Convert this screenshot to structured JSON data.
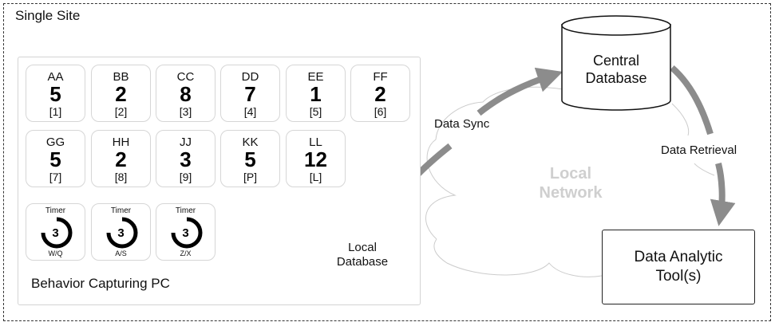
{
  "site": {
    "title": "Single Site"
  },
  "pc": {
    "label": "Behavior Capturing PC",
    "keys": [
      {
        "name": "AA",
        "count": "5",
        "hotkey": "[1]"
      },
      {
        "name": "BB",
        "count": "2",
        "hotkey": "[2]"
      },
      {
        "name": "CC",
        "count": "8",
        "hotkey": "[3]"
      },
      {
        "name": "DD",
        "count": "7",
        "hotkey": "[4]"
      },
      {
        "name": "EE",
        "count": "1",
        "hotkey": "[5]"
      },
      {
        "name": "FF",
        "count": "2",
        "hotkey": "[6]"
      },
      {
        "name": "GG",
        "count": "5",
        "hotkey": "[7]"
      },
      {
        "name": "HH",
        "count": "2",
        "hotkey": "[8]"
      },
      {
        "name": "JJ",
        "count": "3",
        "hotkey": "[9]"
      },
      {
        "name": "KK",
        "count": "5",
        "hotkey": "[P]"
      },
      {
        "name": "LL",
        "count": "12",
        "hotkey": "[L]"
      }
    ],
    "timers": [
      {
        "label": "Timer",
        "value": "3",
        "keys": "W/Q",
        "progress": 0.75
      },
      {
        "label": "Timer",
        "value": "3",
        "keys": "A/S",
        "progress": 0.75
      },
      {
        "label": "Timer",
        "value": "3",
        "keys": "Z/X",
        "progress": 0.75
      }
    ]
  },
  "local_db": {
    "line1": "Local",
    "line2": "Database"
  },
  "central_db": {
    "line1": "Central",
    "line2": "Database"
  },
  "network": {
    "line1": "Local",
    "line2": "Network"
  },
  "flows": {
    "sync": "Data Sync",
    "retrieval": "Data Retrieval"
  },
  "tool": {
    "line1": "Data Analytic",
    "line2": "Tool(s)"
  },
  "colors": {
    "arrow": "#8c8c8c",
    "cloud": "#cccccc",
    "network_text": "#cfcfcf",
    "panel_border": "#d4d4d4"
  }
}
